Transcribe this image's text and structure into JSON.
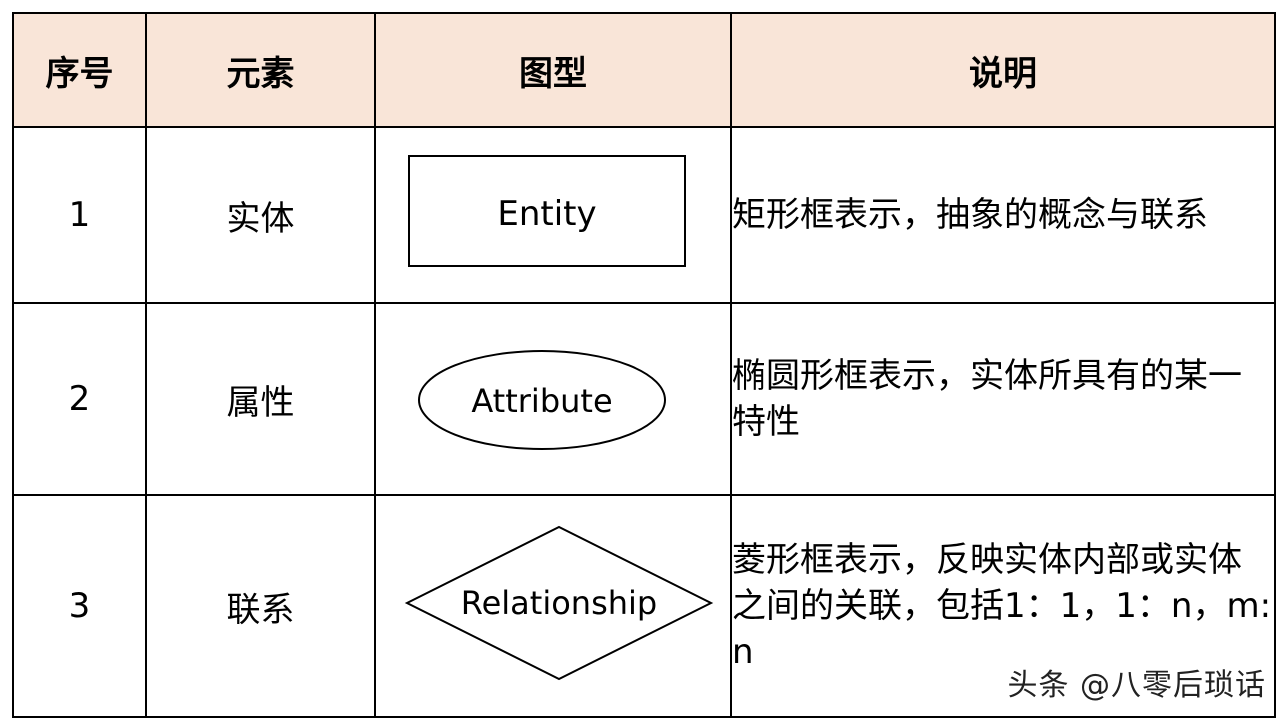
{
  "table": {
    "headers": [
      "序号",
      "元素",
      "图型",
      "说明"
    ],
    "header_bg": "#f9e5d8",
    "rows": [
      {
        "num": "1",
        "element": "实体",
        "shape_type": "rectangle",
        "shape_label": "Entity",
        "description": "矩形框表示，抽象的概念与联系"
      },
      {
        "num": "2",
        "element": "属性",
        "shape_type": "ellipse",
        "shape_label": "Attribute",
        "description": "椭圆形框表示，实体所具有的某一特性"
      },
      {
        "num": "3",
        "element": "联系",
        "shape_type": "diamond",
        "shape_label": "Relationship",
        "description": "菱形框表示，反映实体内部或实体之间的关联，包括1：1，1：n，m:n"
      }
    ]
  },
  "watermark": "头条 @八零后琐话"
}
